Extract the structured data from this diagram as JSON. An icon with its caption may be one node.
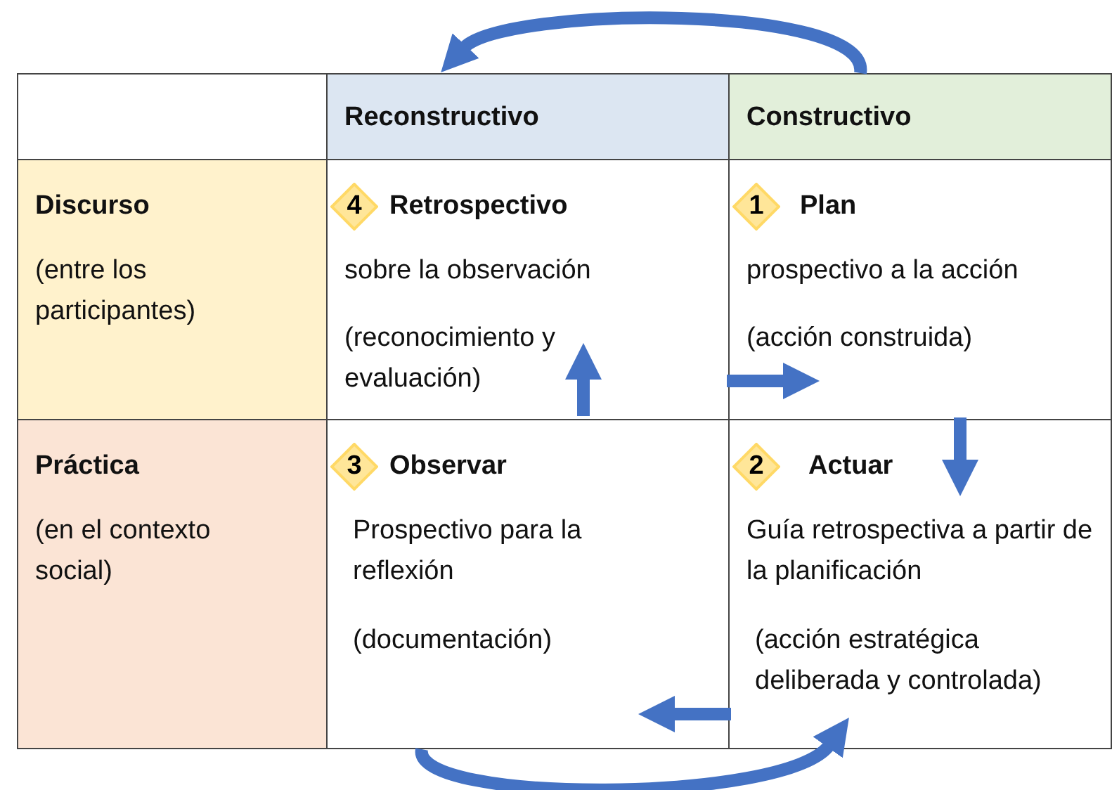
{
  "diagram": {
    "nodes": [
      {
        "text": [],
        "shape": "box"
      },
      {
        "text": [
          "Reconstructivo"
        ]
      },
      {
        "text": [
          "Constructivo"
        ]
      },
      {
        "text": [
          "Discurso",
          "(entre los participantes)"
        ]
      },
      {
        "text": [
          "Retrospectivo",
          "sobre la observación",
          "(reconocimiento y evaluación)"
        ]
      },
      {
        "text": [
          "4"
        ],
        "in": 4
      },
      {
        "text": [
          "Plan",
          "prospectivo a la acción",
          "(acción construida)"
        ]
      },
      {
        "text": [
          "1"
        ],
        "in": 6
      },
      {
        "text": [
          "Práctica",
          "(en el contexto social)"
        ]
      },
      {
        "text": [
          "Observar",
          "Prospectivo para la reflexión",
          "(documentación)"
        ]
      },
      {
        "text": [
          "3"
        ],
        "in": 9
      },
      {
        "text": [
          "Actuar",
          "Guía retrospectiva a partir de la planificación",
          "(acción estratégica deliberada y controlada)"
        ]
      },
      {
        "text": [
          "2"
        ],
        "in": 11
      }
    ],
    "edges": [
      {
        "from": 2,
        "to": 1,
        "arrow": "to"
      },
      {
        "from": 4,
        "to": 6,
        "arrow": "to"
      },
      {
        "from": 6,
        "to": 11,
        "arrow": "to"
      },
      {
        "from": 11,
        "to": 9,
        "arrow": "to"
      },
      {
        "from": 9,
        "to": 4,
        "arrow": "to"
      },
      {
        "from": 9,
        "to": 11,
        "arrow": "to"
      }
    ]
  }
}
